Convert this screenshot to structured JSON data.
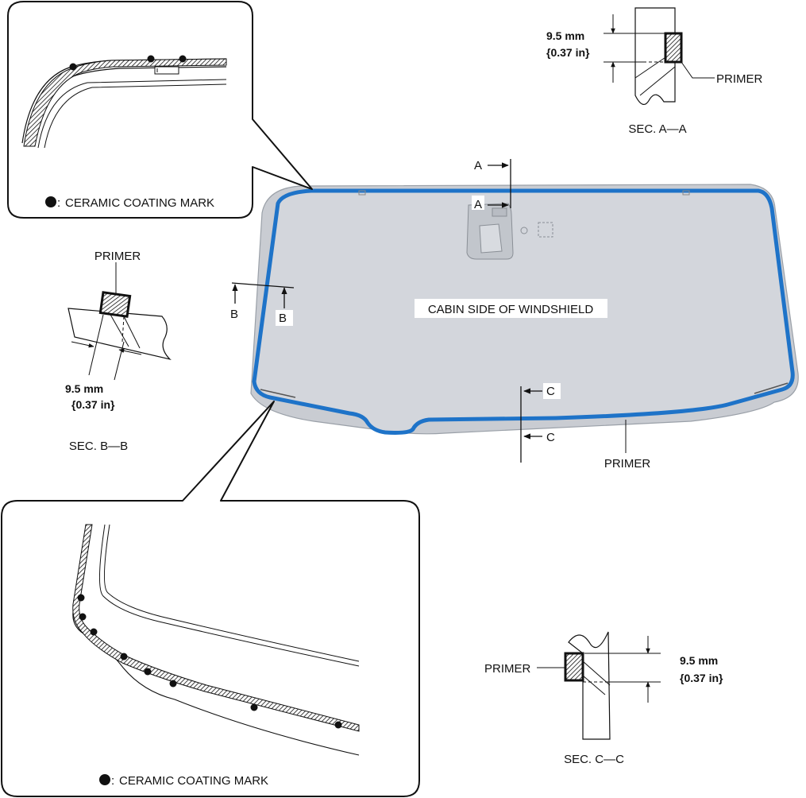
{
  "colors": {
    "primer_blue": "#1e73c8",
    "glass_fill": "#d3d6dc",
    "line": "#111111"
  },
  "legend": {
    "ceramic_mark": "CERAMIC COATING MARK",
    "prefix": ": "
  },
  "windshield": {
    "label": "CABIN SIDE OF WINDSHIELD",
    "primer_label": "PRIMER"
  },
  "markers": {
    "a": "A",
    "b": "B",
    "c": "C"
  },
  "section_a": {
    "title": "SEC. A—A",
    "dim_mm": "9.5 mm",
    "dim_in": "{0.37 in}",
    "primer": "PRIMER"
  },
  "section_b": {
    "title": "SEC. B—B",
    "dim_mm": "9.5 mm",
    "dim_in": "{0.37 in}",
    "primer": "PRIMER"
  },
  "section_c": {
    "title": "SEC. C—C",
    "dim_mm": "9.5 mm",
    "dim_in": "{0.37 in}",
    "primer": "PRIMER"
  }
}
